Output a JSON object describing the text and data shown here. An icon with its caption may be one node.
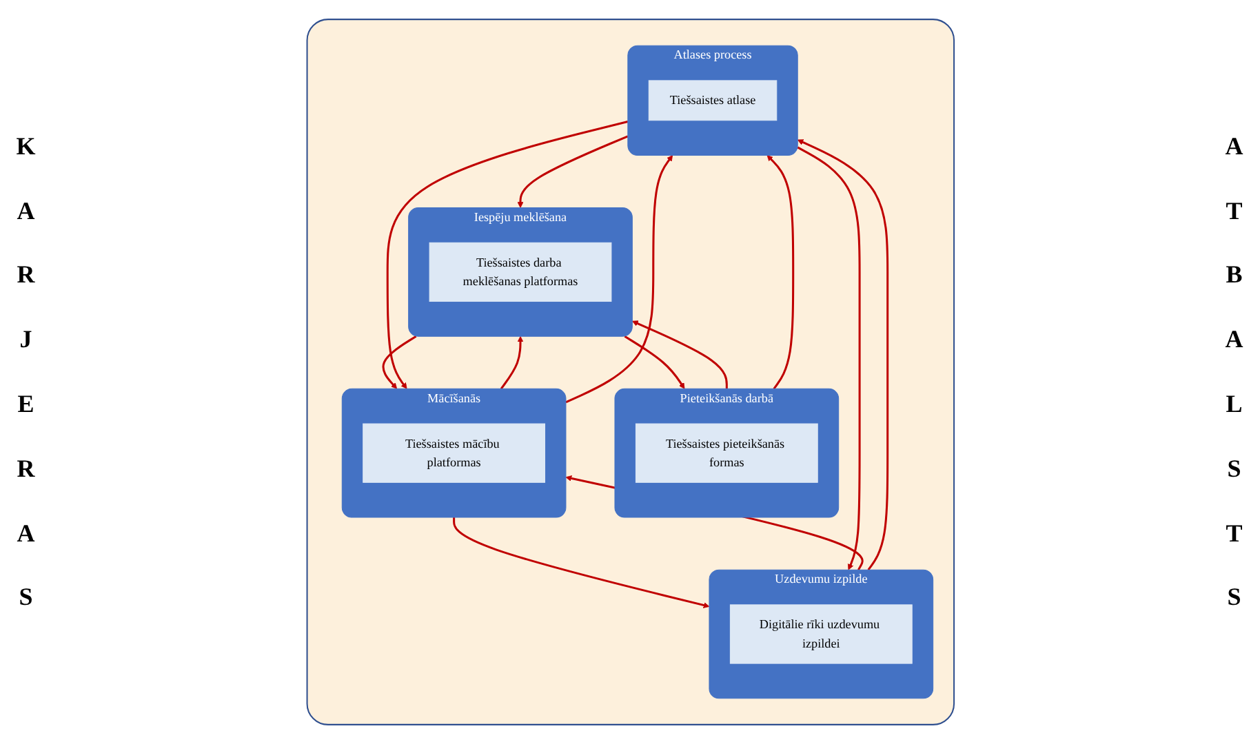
{
  "diagram": {
    "nodes": [
      {
        "text": [],
        "shape": "box"
      },
      {
        "text": [
          "Mācīšanās"
        ],
        "in": 0
      },
      {
        "text": [
          "Tiešsaistes mācību platformas"
        ],
        "in": 1
      },
      {
        "text": [
          "Iespēju meklēšana"
        ],
        "in": 0
      },
      {
        "text": [
          "Tiešsaistes darba meklēšanas platformas"
        ],
        "in": 3
      },
      {
        "text": [
          "Pieteikšanās darbā"
        ],
        "in": 0
      },
      {
        "text": [
          "Tiešsaistes pieteikšanās formas"
        ],
        "in": 5
      },
      {
        "text": [
          "Uzdevumu izpilde"
        ],
        "in": 0
      },
      {
        "text": [
          "Digitālie rīki uzdevumu izpildei"
        ],
        "in": 7
      },
      {
        "text": [
          "Atlases process"
        ],
        "in": 0
      },
      {
        "text": [
          "Tiešsaistes atlase"
        ],
        "in": 9
      }
    ],
    "edges": [
      {
        "from": 1,
        "to": 3,
        "arrow": "to"
      },
      {
        "from": 3,
        "to": 1,
        "arrow": "to"
      },
      {
        "from": 3,
        "to": 5,
        "arrow": "to"
      },
      {
        "from": 5,
        "to": 3,
        "arrow": "to"
      },
      {
        "from": 5,
        "to": 9,
        "arrow": "to"
      },
      {
        "from": 9,
        "to": 3,
        "arrow": "to"
      },
      {
        "from": 9,
        "to": 1,
        "arrow": "to"
      },
      {
        "from": 1,
        "to": 9,
        "arrow": "to"
      },
      {
        "from": 1,
        "to": 7,
        "arrow": "to"
      },
      {
        "from": 7,
        "to": 1,
        "arrow": "to"
      },
      {
        "from": 7,
        "to": 9,
        "arrow": "to"
      },
      {
        "from": 9,
        "to": 7,
        "arrow": "to"
      }
    ],
    "labels": [
      "K A R J E R A S",
      "A T B A L S T S"
    ]
  }
}
